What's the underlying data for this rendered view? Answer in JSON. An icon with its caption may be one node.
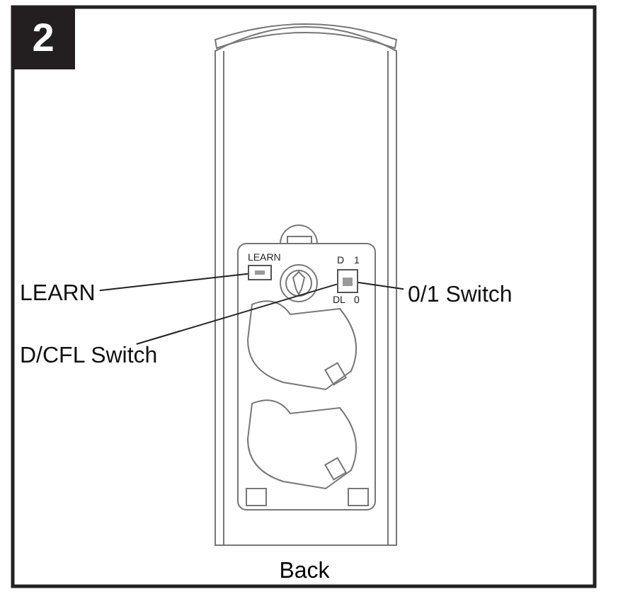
{
  "diagram": {
    "caption": "Back",
    "nodes": [
      {
        "text": [
          "LEARN"
        ]
      },
      {
        "text": [],
        "shape": "box"
      },
      {
        "text": [
          "0/1 Switch"
        ]
      },
      {
        "text": [],
        "shape": "box"
      },
      {
        "text": [
          "D/CFL Switch"
        ]
      }
    ],
    "edges": [
      {
        "from": 0,
        "to": 1,
        "arrow": "none"
      },
      {
        "from": 2,
        "to": 3,
        "arrow": "none"
      },
      {
        "from": 4,
        "to": 3,
        "arrow": "none"
      }
    ],
    "labels": [
      "2",
      "LEARN",
      "D",
      "1",
      "DL",
      "0"
    ]
  }
}
